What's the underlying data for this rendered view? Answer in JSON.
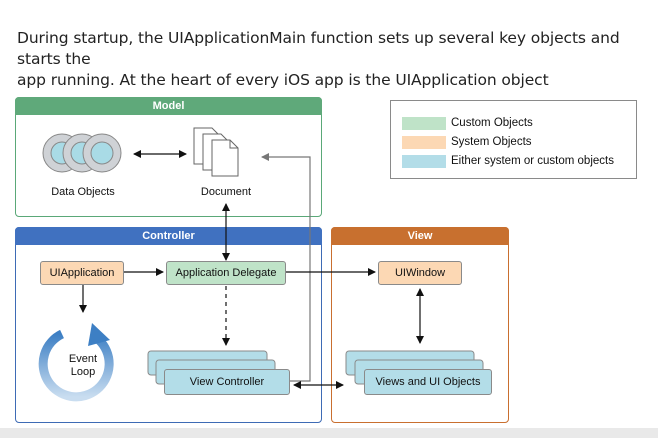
{
  "intro": {
    "line1": "During startup, the UIApplicationMain function sets up several key objects and starts the",
    "line2": "app running. At the heart of every iOS app is the UIApplication object"
  },
  "groups": {
    "model": "Model",
    "controller": "Controller",
    "view": "View"
  },
  "legend": [
    {
      "label": "Custom Objects",
      "color": "#bfe3c8"
    },
    {
      "label": "System Objects",
      "color": "#fcd8b4"
    },
    {
      "label": "Either system or custom objects",
      "color": "#b3dde8"
    }
  ],
  "nodes": {
    "data_objects": "Data Objects",
    "document": "Document",
    "ui_application": "UIApplication",
    "application_delegate": "Application Delegate",
    "ui_window": "UIWindow",
    "event_loop_line1": "Event",
    "event_loop_line2": "Loop",
    "view_controller": "View Controller",
    "views_and_ui_objects": "Views and UI Objects"
  },
  "colors": {
    "model_header": "#5fa97a",
    "controller_header": "#4071c0",
    "view_header": "#c8702f",
    "system_objects": "#fcd8b4",
    "custom_objects": "#bfe3c8",
    "either_objects": "#b3dde8"
  }
}
